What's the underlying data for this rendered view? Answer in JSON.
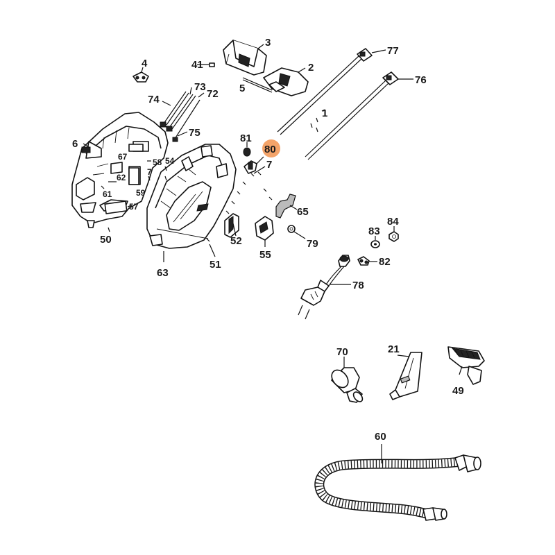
{
  "colors": {
    "highlight": "#f4a46a",
    "ink": "#1a1a1a"
  },
  "labels": {
    "p1": "1",
    "p2": "2",
    "p3": "3",
    "p4": "4",
    "p5": "5",
    "p6": "6",
    "p7a": "7",
    "p7b": "7",
    "p21": "21",
    "p41": "41",
    "p49": "49",
    "p50": "50",
    "p51": "51",
    "p52": "52",
    "p54": "54",
    "p55": "55",
    "p57": "57",
    "p58": "58",
    "p59": "59",
    "p60": "60",
    "p61": "61",
    "p62": "62",
    "p63": "63",
    "p65": "65",
    "p67": "67",
    "p70": "70",
    "p72": "72",
    "p73": "73",
    "p74": "74",
    "p75": "75",
    "p76": "76",
    "p77": "77",
    "p78": "78",
    "p79": "79",
    "p80": "80",
    "p81": "81",
    "p82": "82",
    "p83": "83",
    "p84": "84"
  },
  "highlighted_part": "80"
}
